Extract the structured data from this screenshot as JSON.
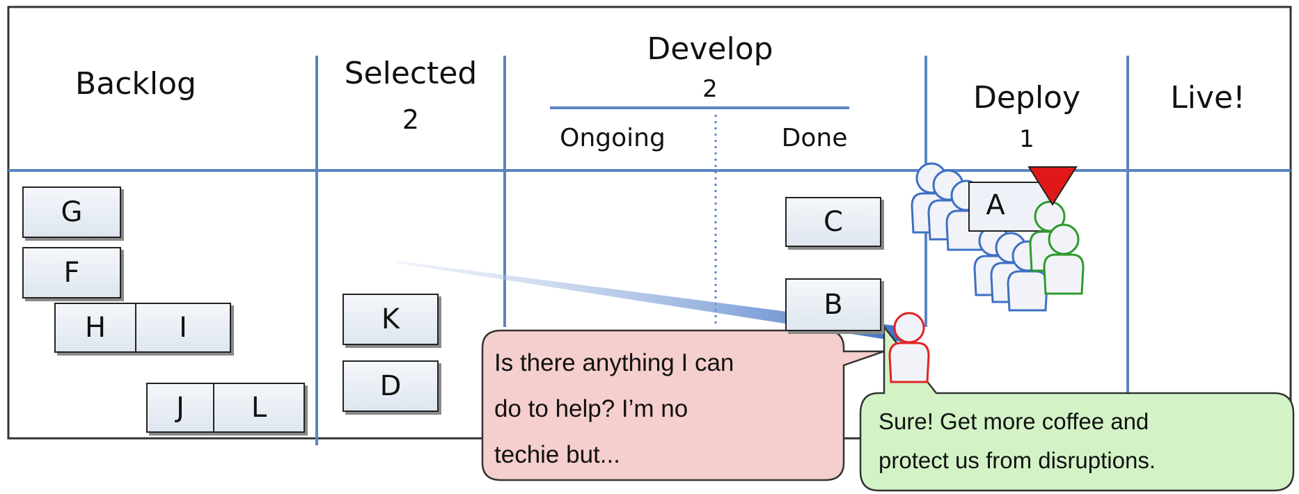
{
  "columns": {
    "backlog": {
      "title": "Backlog"
    },
    "selected": {
      "title": "Selected",
      "limit": "2"
    },
    "develop": {
      "title": "Develop",
      "limit": "2",
      "sub": {
        "ongoing": "Ongoing",
        "done": "Done"
      }
    },
    "deploy": {
      "title": "Deploy",
      "limit": "1"
    },
    "live": {
      "title": "Live!"
    }
  },
  "cards": {
    "g": "G",
    "f": "F",
    "h": "H",
    "i": "I",
    "j": "J",
    "l": "L",
    "k": "K",
    "d": "D",
    "c": "C",
    "b": "B",
    "a": "A"
  },
  "bubbles": {
    "manager": {
      "line1": "Is there anything I can",
      "line2": "do to help? I’m no",
      "line3": "techie but..."
    },
    "team": {
      "line1": "Sure! Get more coffee and",
      "line2": "protect us from disruptions."
    }
  },
  "colors": {
    "grid_line": "#5b84c0",
    "board_border": "#333333",
    "bubble_pink": "#f5cfcd",
    "bubble_green": "#d3f3c6",
    "people_blue": "#3d70c4",
    "people_green": "#2e9a2e",
    "people_red": "#e02424",
    "marker_red": "#e01818"
  }
}
